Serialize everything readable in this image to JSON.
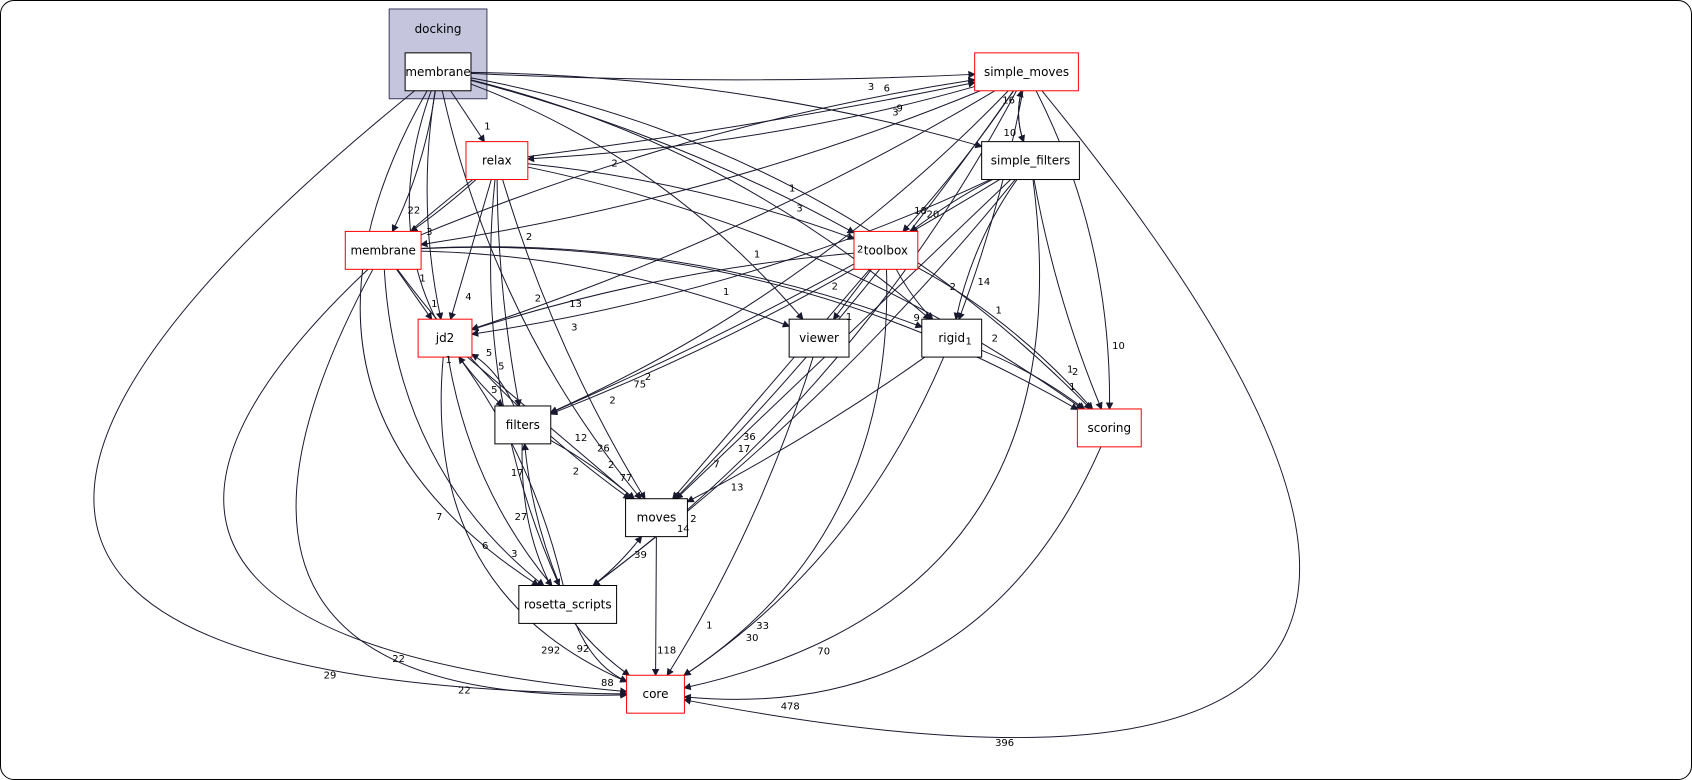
{
  "diagram": {
    "kind": "directory-dependency-graph",
    "cluster": {
      "label": "docking"
    },
    "colors": {
      "cluster_fill": "#c5c5dd",
      "cluster_border": "#3a3a5c",
      "node_fill": "#ffffff",
      "red_border": "#ff0000",
      "black_border": "#000000",
      "edge": "#18182e",
      "label_text": "#000000"
    },
    "nodes": [
      {
        "id": "dm",
        "label": "membrane",
        "style": "current"
      },
      {
        "id": "simple_moves",
        "label": "simple_moves",
        "style": "red"
      },
      {
        "id": "relax",
        "label": "relax",
        "style": "red"
      },
      {
        "id": "simple_filters",
        "label": "simple_filters",
        "style": "black"
      },
      {
        "id": "membrane",
        "label": "membrane",
        "style": "red"
      },
      {
        "id": "toolbox",
        "label": "toolbox",
        "style": "red"
      },
      {
        "id": "jd2",
        "label": "jd2",
        "style": "red"
      },
      {
        "id": "viewer",
        "label": "viewer",
        "style": "black"
      },
      {
        "id": "rigid",
        "label": "rigid",
        "style": "black"
      },
      {
        "id": "filters",
        "label": "filters",
        "style": "black"
      },
      {
        "id": "scoring",
        "label": "scoring",
        "style": "red"
      },
      {
        "id": "moves",
        "label": "moves",
        "style": "black"
      },
      {
        "id": "rosetta_scripts",
        "label": "rosetta_scripts",
        "style": "black"
      },
      {
        "id": "core",
        "label": "core",
        "style": "red"
      }
    ],
    "edges": [
      {
        "from": "dm",
        "to": "relax",
        "label": "1"
      },
      {
        "from": "dm",
        "to": "membrane",
        "label": "22"
      },
      {
        "from": "dm",
        "to": "jd2",
        "label": "1"
      },
      {
        "from": "dm",
        "to": "filters",
        "label": "1"
      },
      {
        "from": "dm",
        "to": "moves",
        "label": "12"
      },
      {
        "from": "dm",
        "to": "rosetta_scripts",
        "label": "7"
      },
      {
        "from": "dm",
        "to": "core",
        "label": "29"
      },
      {
        "from": "dm",
        "to": "scoring",
        "label": "1"
      },
      {
        "from": "dm",
        "to": "viewer",
        "label": "1"
      },
      {
        "from": "dm",
        "to": "toolbox",
        "label": "1"
      },
      {
        "from": "dm",
        "to": "simple_moves",
        "label": "6"
      },
      {
        "from": "dm",
        "to": "rigid",
        "label": "2"
      },
      {
        "from": "dm",
        "to": "simple_filters",
        "label": "3"
      },
      {
        "from": "simple_moves",
        "to": "relax",
        "label": "2"
      },
      {
        "from": "simple_moves",
        "to": "membrane",
        "label": "2"
      },
      {
        "from": "simple_moves",
        "to": "simple_filters",
        "label": "10"
      },
      {
        "from": "simple_filters",
        "to": "simple_moves",
        "label": "16"
      },
      {
        "from": "simple_moves",
        "to": "toolbox",
        "label": "20"
      },
      {
        "from": "simple_filters",
        "to": "toolbox",
        "label": "18"
      },
      {
        "from": "simple_moves",
        "to": "jd2",
        "label": "13"
      },
      {
        "from": "simple_moves",
        "to": "rigid",
        "label": "14"
      },
      {
        "from": "simple_moves",
        "to": "scoring",
        "label": "10"
      },
      {
        "from": "simple_moves",
        "to": "moves",
        "label": "36"
      },
      {
        "from": "simple_moves",
        "to": "core",
        "label": "396"
      },
      {
        "from": "simple_moves",
        "to": "filters",
        "label": "2"
      },
      {
        "from": "simple_moves",
        "to": "rosetta_scripts",
        "label": "2"
      },
      {
        "from": "simple_filters",
        "to": "filters",
        "label": "75"
      },
      {
        "from": "simple_filters",
        "to": "moves",
        "label": "17"
      },
      {
        "from": "simple_filters",
        "to": "core",
        "label": "70"
      },
      {
        "from": "simple_filters",
        "to": "scoring",
        "label": "2"
      },
      {
        "from": "simple_filters",
        "to": "jd2",
        "label": "3"
      },
      {
        "from": "simple_filters",
        "to": "rigid",
        "label": "2"
      },
      {
        "from": "simple_filters",
        "to": "rosetta_scripts",
        "label": "14"
      },
      {
        "from": "relax",
        "to": "membrane",
        "label": "3"
      },
      {
        "from": "relax",
        "to": "jd2",
        "label": "4"
      },
      {
        "from": "relax",
        "to": "filters",
        "label": "5"
      },
      {
        "from": "relax",
        "to": "moves",
        "label": "26"
      },
      {
        "from": "relax",
        "to": "core",
        "label": "22"
      },
      {
        "from": "relax",
        "to": "scoring",
        "label": "2"
      },
      {
        "from": "relax",
        "to": "simple_moves",
        "label": "9"
      },
      {
        "from": "relax",
        "to": "toolbox",
        "label": "3"
      },
      {
        "from": "relax",
        "to": "rosetta_scripts",
        "label": "27"
      },
      {
        "from": "membrane",
        "to": "jd2",
        "label": "1"
      },
      {
        "from": "membrane",
        "to": "viewer",
        "label": "1"
      },
      {
        "from": "membrane",
        "to": "rigid",
        "label": "2"
      },
      {
        "from": "membrane",
        "to": "moves",
        "label": "2"
      },
      {
        "from": "membrane",
        "to": "core",
        "label": "22"
      },
      {
        "from": "membrane",
        "to": "scoring",
        "label": "1"
      },
      {
        "from": "membrane",
        "to": "rosetta_scripts",
        "label": "6"
      },
      {
        "from": "membrane",
        "to": "simple_moves",
        "label": "3"
      },
      {
        "from": "toolbox",
        "to": "moves",
        "label": "7"
      },
      {
        "from": "toolbox",
        "to": "core",
        "label": "33"
      },
      {
        "from": "toolbox",
        "to": "jd2",
        "label": "2"
      },
      {
        "from": "toolbox",
        "to": "viewer",
        "label": "1"
      },
      {
        "from": "toolbox",
        "to": "rigid",
        "label": "9"
      },
      {
        "from": "toolbox",
        "to": "scoring",
        "label": "1"
      },
      {
        "from": "toolbox",
        "to": "filters",
        "label": "2"
      },
      {
        "from": "jd2",
        "to": "moves",
        "label": "2"
      },
      {
        "from": "jd2",
        "to": "core",
        "label": "292"
      },
      {
        "from": "jd2",
        "to": "rosetta_scripts",
        "label": "3"
      },
      {
        "from": "viewer",
        "to": "core",
        "label": "1"
      },
      {
        "from": "rigid",
        "to": "moves",
        "label": "13"
      },
      {
        "from": "rigid",
        "to": "core",
        "label": "30"
      },
      {
        "from": "rigid",
        "to": "scoring",
        "label": "1"
      },
      {
        "from": "filters",
        "to": "moves",
        "label": "77"
      },
      {
        "from": "filters",
        "to": "core",
        "label": "92"
      },
      {
        "from": "filters",
        "to": "jd2",
        "label": "5"
      },
      {
        "from": "moves",
        "to": "core",
        "label": "118"
      },
      {
        "from": "rosetta_scripts",
        "to": "moves",
        "label": "39"
      },
      {
        "from": "rosetta_scripts",
        "to": "core",
        "label": "88"
      },
      {
        "from": "rosetta_scripts",
        "to": "filters",
        "label": "17"
      },
      {
        "from": "rosetta_scripts",
        "to": "jd2",
        "label": "5"
      },
      {
        "from": "scoring",
        "to": "core",
        "label": "478"
      }
    ]
  }
}
